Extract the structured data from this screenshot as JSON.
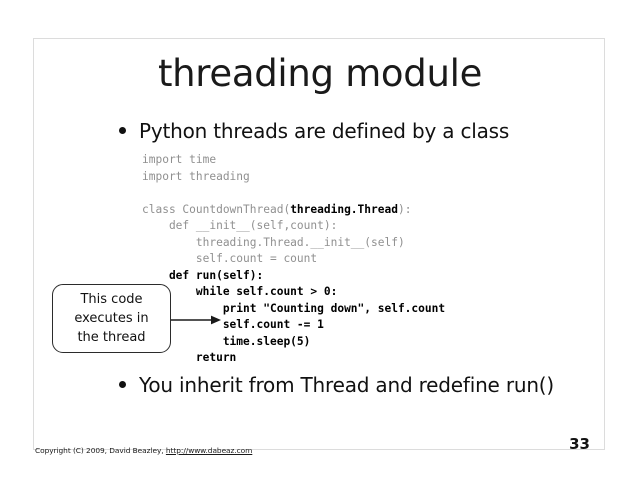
{
  "slide": {
    "title": "threading module",
    "page_number": "33",
    "accent_black": "#111111",
    "code_gray": "#909090",
    "frame_border": "#dcdcdc"
  },
  "bullets": [
    {
      "text": "Python threads are defined by a class"
    },
    {
      "text": "You inherit from Thread and redefine run()"
    }
  ],
  "code": {
    "lines": [
      [
        {
          "t": "import time",
          "bold": false
        }
      ],
      [
        {
          "t": "import threading",
          "bold": false
        }
      ],
      [
        {
          "t": "",
          "bold": false
        }
      ],
      [
        {
          "t": "class CountdownThread(",
          "bold": false
        },
        {
          "t": "threading.Thread",
          "bold": true
        },
        {
          "t": "):",
          "bold": false
        }
      ],
      [
        {
          "t": "    def __init__(self,count):",
          "bold": false
        }
      ],
      [
        {
          "t": "        threading.Thread.__init__(self)",
          "bold": false
        }
      ],
      [
        {
          "t": "        self.count = count",
          "bold": false
        }
      ],
      [
        {
          "t": "    def run(self):",
          "bold": true
        }
      ],
      [
        {
          "t": "        while self.count > 0:",
          "bold": true
        }
      ],
      [
        {
          "t": "            print \"Counting down\", self.count",
          "bold": true
        }
      ],
      [
        {
          "t": "            self.count -= 1",
          "bold": true
        }
      ],
      [
        {
          "t": "            time.sleep(5)",
          "bold": true
        }
      ],
      [
        {
          "t": "        return",
          "bold": true
        }
      ]
    ]
  },
  "callout": {
    "lines": [
      "This code",
      "executes in",
      "the thread"
    ]
  },
  "footer": {
    "copyright_prefix": "Copyright (C) 2009,  David Beazley,",
    "url": "http://www.dabeaz.com"
  }
}
